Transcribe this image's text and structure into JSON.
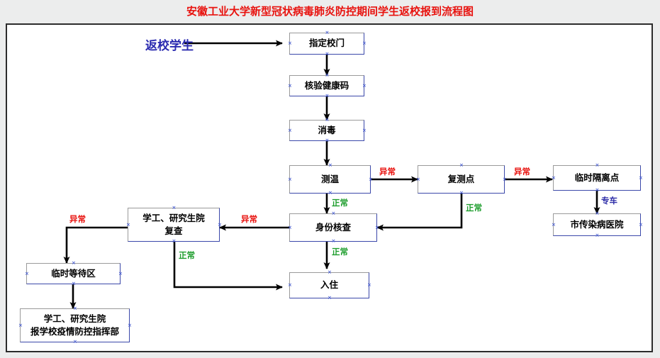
{
  "page": {
    "title": "安徽工业大学新型冠状病毒肺炎防控期间学生返校报到流程图",
    "title_color": "#e8120e",
    "background_color": "#eceded",
    "canvas_color": "#ffffff",
    "frame_border_color": "#2c2c2c"
  },
  "legend_colors": {
    "abnormal": "#e8120e",
    "normal": "#1f9e2e",
    "transport": "#2e2ea8",
    "start_label": "#2b2bb0",
    "node_border_shadow": "#3b48aa",
    "node_border_light": "#9a9a9a"
  },
  "diagram": {
    "type": "flowchart",
    "start_label": "返校学生",
    "nodes": [
      {
        "id": "gate",
        "label": "指定校门",
        "lines": [
          "指定校门"
        ]
      },
      {
        "id": "healthcode",
        "label": "核验健康码",
        "lines": [
          "核验健康码"
        ]
      },
      {
        "id": "disinfect",
        "label": "消毒",
        "lines": [
          "消毒"
        ]
      },
      {
        "id": "temp",
        "label": "测温",
        "lines": [
          "测温"
        ]
      },
      {
        "id": "retest",
        "label": "复测点",
        "lines": [
          "复测点"
        ]
      },
      {
        "id": "isolation",
        "label": "临时隔离点",
        "lines": [
          "临时隔离点"
        ]
      },
      {
        "id": "hospital",
        "label": "市传染病医院",
        "lines": [
          "市传染病医院"
        ]
      },
      {
        "id": "identity",
        "label": "身份核查",
        "lines": [
          "身份核查"
        ]
      },
      {
        "id": "review",
        "label": "学工、研究生院 复查",
        "lines": [
          "学工、研究生院",
          "复查"
        ]
      },
      {
        "id": "waiting",
        "label": "临时等待区",
        "lines": [
          "临时等待区"
        ]
      },
      {
        "id": "report",
        "label": "学工、研究生院 报学校疫情防控指挥部",
        "lines": [
          "学工、研究生院",
          "报学校疫情防控指挥部"
        ]
      },
      {
        "id": "checkin",
        "label": "入住",
        "lines": [
          "入住"
        ]
      }
    ],
    "edges": [
      {
        "from": "start",
        "to": "gate",
        "label": "",
        "kind": "plain"
      },
      {
        "from": "gate",
        "to": "healthcode",
        "label": "",
        "kind": "plain"
      },
      {
        "from": "healthcode",
        "to": "disinfect",
        "label": "",
        "kind": "plain"
      },
      {
        "from": "disinfect",
        "to": "temp",
        "label": "",
        "kind": "plain"
      },
      {
        "from": "temp",
        "to": "retest",
        "label": "异常",
        "kind": "abnormal"
      },
      {
        "from": "temp",
        "to": "identity",
        "label": "正常",
        "kind": "normal"
      },
      {
        "from": "retest",
        "to": "isolation",
        "label": "异常",
        "kind": "abnormal"
      },
      {
        "from": "retest",
        "to": "identity",
        "label": "正常",
        "kind": "normal"
      },
      {
        "from": "isolation",
        "to": "hospital",
        "label": "专车",
        "kind": "transport"
      },
      {
        "from": "identity",
        "to": "review",
        "label": "异常",
        "kind": "abnormal"
      },
      {
        "from": "identity",
        "to": "checkin",
        "label": "正常",
        "kind": "normal"
      },
      {
        "from": "review",
        "to": "waiting",
        "label": "异常",
        "kind": "abnormal"
      },
      {
        "from": "review",
        "to": "checkin",
        "label": "正常",
        "kind": "normal"
      },
      {
        "from": "waiting",
        "to": "report",
        "label": "",
        "kind": "plain"
      }
    ],
    "edge_labels": {
      "temp_retest": "异常",
      "temp_identity": "正常",
      "retest_isolation": "异常",
      "retest_identity": "正常",
      "isolation_hospital": "专车",
      "identity_review": "异常",
      "identity_checkin": "正常",
      "review_waiting": "异常",
      "review_checkin": "正常"
    }
  }
}
